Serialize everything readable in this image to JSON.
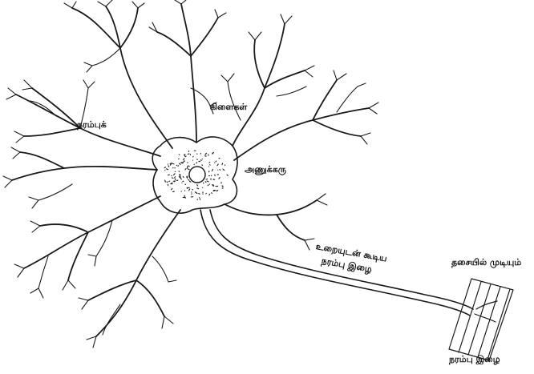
{
  "diagram": {
    "colors": {
      "ink": "#1a1a1a",
      "paper": "#ffffff"
    },
    "labels": {
      "branches": "கிளைகள்",
      "nerve_cell": "நரம்புக்",
      "nucleus": "அணுக்கரு",
      "sheathed_fibre_line1": "உறையுடன் கூடிய",
      "sheathed_fibre_line2": "நரம்பு இழை",
      "muscle_ending": "தசையில் முடியும்",
      "nerve_fibre_end": "நரம்பு இழை"
    }
  }
}
